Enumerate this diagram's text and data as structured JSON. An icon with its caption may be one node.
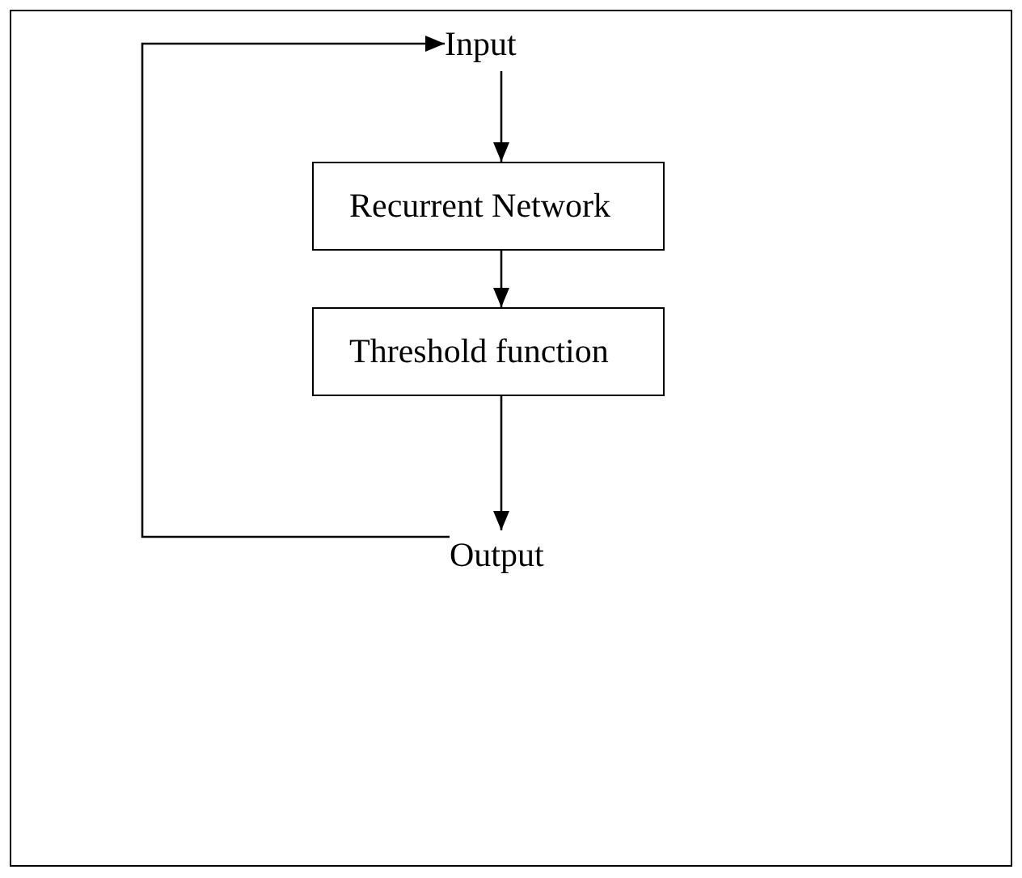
{
  "diagram": {
    "nodes": [
      {
        "text": [
          "Input"
        ]
      },
      {
        "text": [
          "Recurrent Network"
        ]
      },
      {
        "text": [
          "Threshold function"
        ]
      },
      {
        "text": [
          "Output"
        ]
      }
    ],
    "edges": [
      {
        "from": 0,
        "to": 1,
        "arrow": "to"
      },
      {
        "from": 1,
        "to": 2,
        "arrow": "to"
      },
      {
        "from": 2,
        "to": 3,
        "arrow": "to"
      },
      {
        "from": 3,
        "to": 0,
        "arrow": "to"
      }
    ]
  }
}
